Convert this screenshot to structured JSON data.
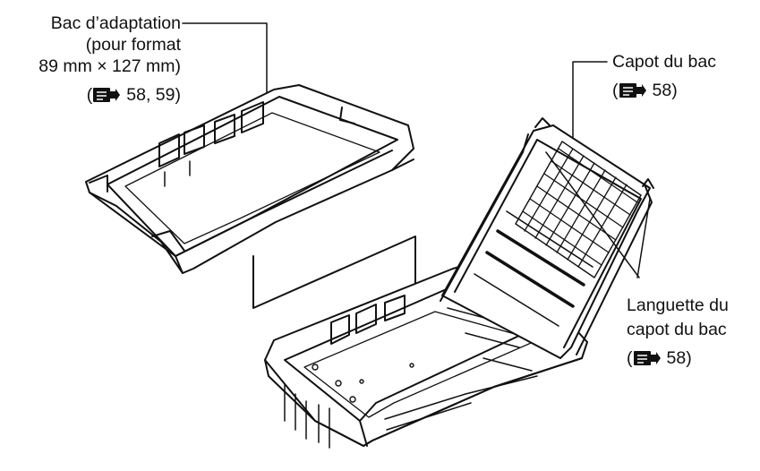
{
  "labels": {
    "adapter": {
      "line1": "Bac d’adaptation",
      "line2": "(pour format",
      "line3": "89 mm × 127 mm)",
      "ref_open": "(",
      "ref_pages": "58, 59)"
    },
    "cover": {
      "line1": "Capot du bac",
      "ref_open": "(",
      "ref_pages": "58)"
    },
    "tab": {
      "line1": "Languette du",
      "line2": "capot du bac",
      "ref_open": "(",
      "ref_pages": "58)"
    }
  },
  "icons": {
    "page_reference": "page-reference-icon"
  },
  "colors": {
    "ink": "#111111",
    "paper": "#ffffff"
  }
}
